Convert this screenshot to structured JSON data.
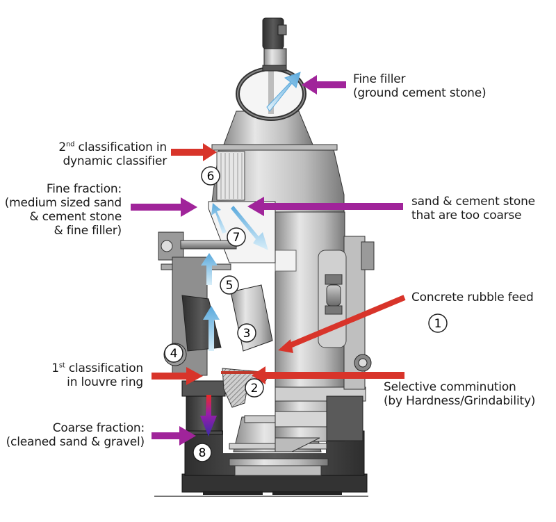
{
  "title": "Vertical roller mill - concrete rubble recycling process",
  "colors": {
    "feed_arrow": "#d8342a",
    "product_arrow": "#a0249a",
    "airflow_arrow": "#7ec3e8",
    "coarse_arrow_top": "#e8262a",
    "coarse_arrow_bottom": "#3a2aa8",
    "machine_dark": "#3a3a3a",
    "machine_mid": "#8a8a8a",
    "machine_light": "#d6d6d6"
  },
  "labels": {
    "fine_filler": {
      "line1": "Fine filler",
      "line2": "(ground cement stone)",
      "arrow": "product"
    },
    "second_classification": {
      "line1_num": "2",
      "line1_sup": "nd",
      "line1_rest": " classification in",
      "line2": "dynamic classifier",
      "arrow": "feed"
    },
    "fine_fraction": {
      "line1": "Fine fraction:",
      "line2": "(medium sized sand",
      "line3": "& cement stone",
      "line4": "& fine filler)",
      "arrow": "product"
    },
    "too_coarse": {
      "line1": "sand & cement stone",
      "line2": "that are too coarse",
      "arrow": "product"
    },
    "rubble_feed": {
      "line1": "Concrete rubble feed",
      "arrow": "feed"
    },
    "first_classification": {
      "line1_num": "1",
      "line1_sup": "st",
      "line1_rest": " classification",
      "line2": "in louvre ring",
      "arrow": "feed"
    },
    "selective_comminution": {
      "line1": "Selective comminution",
      "line2": "(by Hardness/Grindability)",
      "arrow": "feed"
    },
    "coarse_fraction": {
      "line1": "Coarse fraction:",
      "line2": "(cleaned sand & gravel)",
      "arrow": "product"
    }
  },
  "markers": [
    "1",
    "2",
    "3",
    "4",
    "5",
    "6",
    "7",
    "8"
  ]
}
